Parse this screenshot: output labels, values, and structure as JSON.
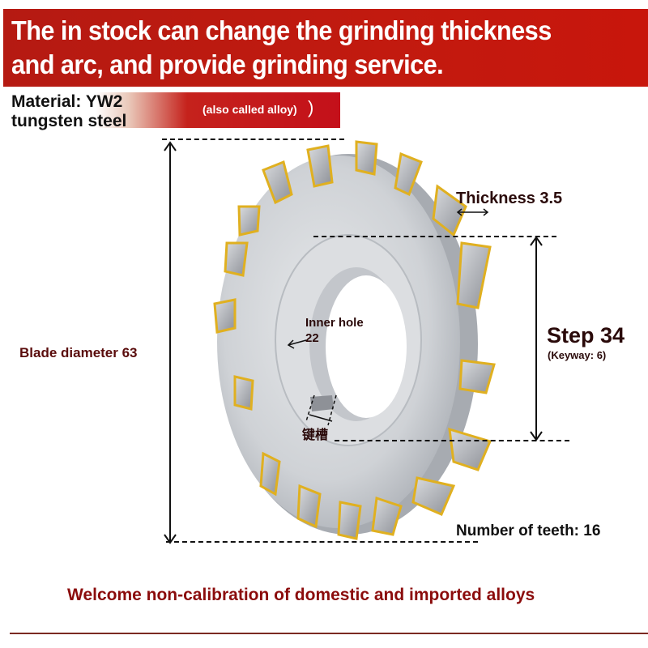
{
  "header": {
    "line1": "The in stock can change the grinding thickness",
    "line2": "and arc, and provide grinding service."
  },
  "material": {
    "line1": "Material: YW2",
    "line2": "tungsten steel",
    "alias": "(also called alloy)",
    "alias_paren": ")"
  },
  "dimensions": {
    "thickness": "Thickness 3.5",
    "step": "Step 34",
    "keyway": "(Keyway: 6)",
    "inner_hole_line1": "Inner hole",
    "inner_hole_line2": "22",
    "keyway_cn": "键槽",
    "blade_diameter": "Blade diameter 63",
    "teeth": "Number of teeth: 16"
  },
  "footer": {
    "note": "Welcome non-calibration of domestic and imported alloys"
  },
  "colors": {
    "banner_red": "#c21a0f",
    "footer_text": "#8b0c0c",
    "label_maroon": "#5a0c0c",
    "carbide_gold": "#e0b020",
    "steel": "#c8cbd0"
  }
}
